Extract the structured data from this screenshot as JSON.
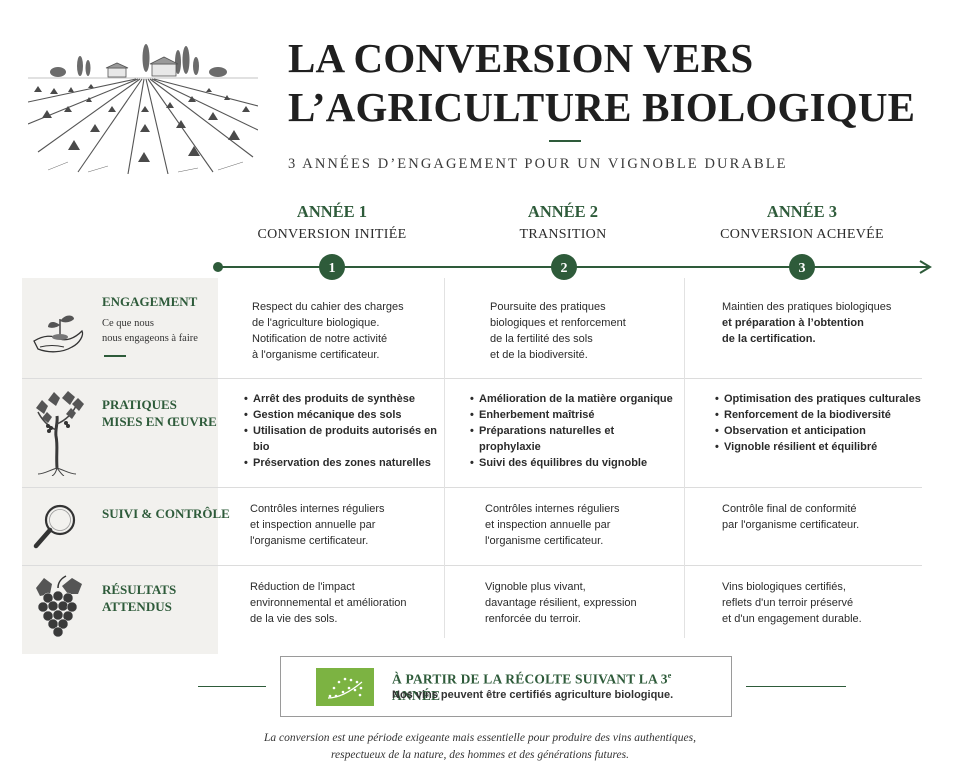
{
  "header": {
    "title_line1": "LA CONVERSION VERS",
    "title_line2": "L’AGRICULTURE BIOLOGIQUE",
    "subtitle": "3 ANNÉES D’ENGAGEMENT POUR UN VIGNOBLE DURABLE"
  },
  "years": [
    {
      "title": "ANNÉE 1",
      "subtitle": "CONVERSION INITIÉE",
      "step": "1"
    },
    {
      "title": "ANNÉE 2",
      "subtitle": "TRANSITION",
      "step": "2"
    },
    {
      "title": "ANNÉE 3",
      "subtitle": "CONVERSION ACHEVÉE",
      "step": "3"
    }
  ],
  "rows": {
    "engagement": {
      "label": "ENGAGEMENT",
      "sub_line1": "Ce que nous",
      "sub_line2": "nous engageons à faire",
      "icon": "hands-seedling-icon",
      "y1": [
        "Respect du cahier des charges",
        "de l'agriculture biologique.",
        "Notification de notre activité",
        "à l'organisme certificateur."
      ],
      "y2": [
        "Poursuite des pratiques",
        "biologiques et renforcement",
        "de la fertilité des sols",
        "et de la biodiversité."
      ],
      "y3_line1": "Maintien des pratiques biologiques",
      "y3_line2": "et préparation à l’obtention",
      "y3_line3": "de la certification."
    },
    "pratiques": {
      "label_line1": "PRATIQUES",
      "label_line2": "MISES EN ŒUVRE",
      "icon": "vine-plant-icon",
      "y1": [
        "Arrêt des produits de synthèse",
        "Gestion mécanique des sols",
        "Utilisation de produits autorisés en bio",
        "Préservation des zones naturelles"
      ],
      "y2": [
        "Amélioration de la matière organique",
        "Enherbement maîtrisé",
        "Préparations naturelles et prophylaxie",
        "Suivi des équilibres du vignoble"
      ],
      "y3": [
        "Optimisation des pratiques culturales",
        "Renforcement de la biodiversité",
        "Observation et anticipation",
        "Vignoble résilient et équilibré"
      ]
    },
    "suivi": {
      "label": "SUIVI & CONTRÔLE",
      "icon": "magnifier-icon",
      "y1": [
        "Contrôles internes réguliers",
        "et inspection annuelle par",
        "l'organisme certificateur."
      ],
      "y2": [
        "Contrôles internes réguliers",
        "et inspection annuelle par",
        "l'organisme certificateur."
      ],
      "y3": [
        "Contrôle final de conformité",
        "par l'organisme certificateur."
      ]
    },
    "resultats": {
      "label_line1": "RÉSULTATS",
      "label_line2": "ATTENDUS",
      "icon": "grapes-icon",
      "y1": [
        "Réduction de l'impact",
        "environnemental et amélioration",
        "de la vie des sols."
      ],
      "y2": [
        "Vignoble plus vivant,",
        "davantage résilient, expression",
        "renforcée du terroir."
      ],
      "y3": [
        "Vins biologiques certifiés,",
        "reflets d'un terroir préservé",
        "et d'un engagement durable."
      ]
    }
  },
  "banner": {
    "title_main": "À PARTIR DE LA RÉCOLTE SUIVANT LA 3",
    "title_sup": "e",
    "title_end": " ANNÉE",
    "subtitle": "Nos vins peuvent être certifiés agriculture biologique."
  },
  "footer": {
    "line1": "La conversion est une période exigeante mais essentielle pour produire des vins authentiques,",
    "line2": "respectueux de la nature, des hommes et des générations futures."
  },
  "colors": {
    "accent": "#2e5b3a",
    "eu_logo_green": "#7cb342",
    "panel": "#f2f1ee"
  }
}
